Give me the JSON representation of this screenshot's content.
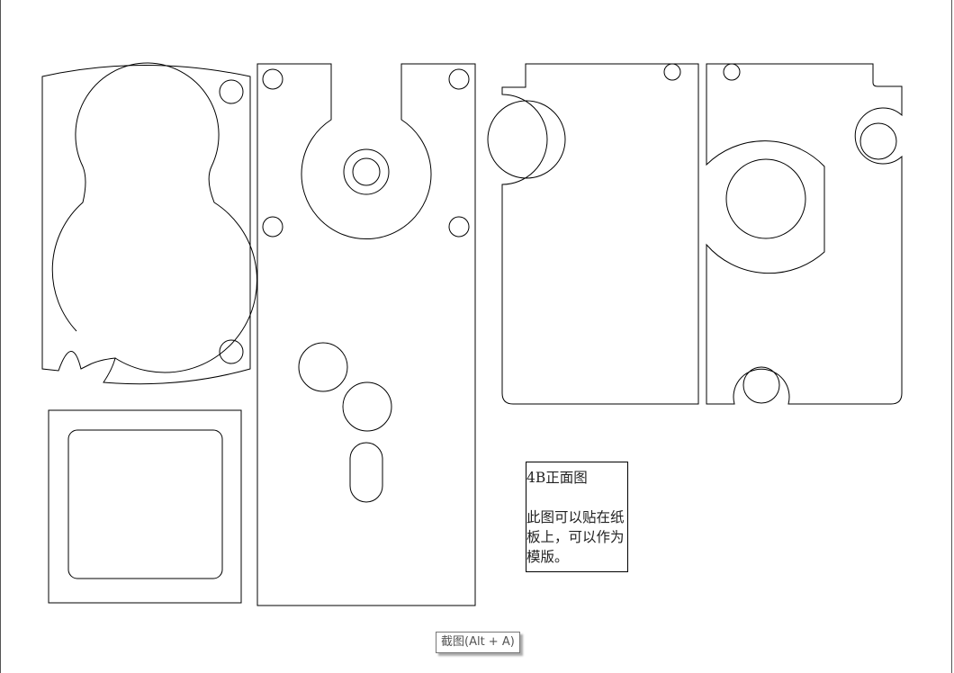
{
  "note": {
    "title": "4B正面图",
    "body": "此图可以贴在纸板上，可以作为模版。"
  },
  "screenshot_button": {
    "label": "截图(Alt + A)"
  }
}
